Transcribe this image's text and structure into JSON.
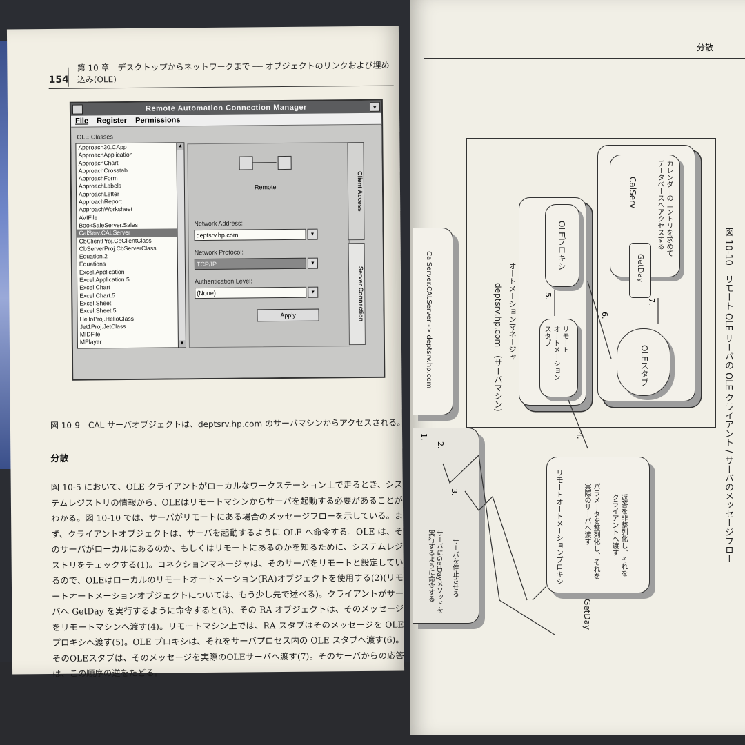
{
  "left_page": {
    "page_number": "154",
    "chapter_title": "第 10 章　デスクトップからネットワークまで ── オブジェクトのリンクおよび埋め込み(OLE)",
    "window": {
      "title": "Remote Automation Connection Manager",
      "menu": [
        "File",
        "Register",
        "Permissions"
      ],
      "ole_classes_label": "OLE Classes",
      "classes": [
        "Approach30.CApp",
        "ApproachApplication",
        "ApproachChart",
        "ApproachCrosstab",
        "ApproachForm",
        "ApproachLabels",
        "ApproachLetter",
        "ApproachReport",
        "ApproachWorksheet",
        "AVIFile",
        "BookSaleServer.Sales",
        "CalServ.CALServer",
        "CbClientProj.CbClientClass",
        "CbServerProj.CbServerClass",
        "Equation.2",
        "Equations",
        "Excel.Application",
        "Excel.Application.5",
        "Excel.Chart",
        "Excel.Chart.5",
        "Excel.Sheet",
        "Excel.Sheet.5",
        "HelloProj.HelloClass",
        "Jet1Proj.JetClass",
        "MIDFile",
        "MPlayer"
      ],
      "selected_class": "CalServ.CALServer",
      "remote_label": "Remote",
      "network_address_label": "Network Address:",
      "network_address_value": "deptsrv.hp.com",
      "network_protocol_label": "Network Protocol:",
      "network_protocol_value": "TCP/IP",
      "auth_level_label": "Authentication Level:",
      "auth_level_value": "(None)",
      "apply_label": "Apply",
      "tab_client": "Client Access",
      "tab_server": "Server Connection"
    },
    "caption": "図 10-9　CAL サーバオブジェクトは、deptsrv.hp.com のサーバマシンからアクセスされる。",
    "section_title": "分散",
    "paragraph": "図 10-5 において、OLE クライアントがローカルなワークステーション上で走るとき、システムレジストリの情報から、OLEはリモートマシンからサーバを起動する必要があることがわかる。図 10-10 では、サーバがリモートにある場合のメッセージフローを示している。まず、クライアントオブジェクトは、サーバを起動するように OLE へ命令する。OLE は、そのサーバがローカルにあるのか、もしくはリモートにあるのかを知るために、システムレジストリをチェックする(1)。コネクションマネージャは、そのサーバをリモートと設定しているので、OLEはローカルのリモートオートメーション(RA)オブジェクトを使用する(2)(リモートオートメーションオブジェクトについては、もう少し先で述べる)。クライアントがサーバへ GetDay を実行するように命令すると(3)、その RA オブジェクトは、そのメッセージをリモートマシンへ渡す(4)。リモートマシン上では、RA スタブはそのメッセージを OLE プロキシへ渡す(5)。OLE プロキシは、それをサーバプロセス内の OLE スタブへ渡す(6)。そのOLEスタブは、そのメッセージを実際のOLEサーバへ渡す(7)。そのサーバからの応答は、この順序の逆をたどる。"
  },
  "right_page": {
    "header": "分散",
    "server_machine": "deptsrv.hp.com　(サーバマシン)",
    "automation_manager": "オートメーションマネージャ",
    "remote_stub": "リモート\nオートメーション\nスタブ",
    "ole_proxy": "OLEプロキシ",
    "ole_stub": "OLEスタブ",
    "calserv": "CalServ",
    "calserv_desc": "カレンダーのエントリを求めて\nデータベースへアクセスする",
    "getday_inner": "GetDay",
    "remote_proxy": "リモートオートメーションプロキシ",
    "proxy_desc1": "パラメータを整列化し、それを\n実際のサーバへ渡す",
    "proxy_desc2": "返答を非整列化し、それを\nクライアントへ渡す",
    "getday_label": "GetDay",
    "arrow_text": "CalServer.CALServer -> deptsrv.hp.com",
    "client_note": "サーバにGetDayメソッドを\n実行するように命令する",
    "stop_note": "サーバを停止させる",
    "steps": [
      "1.",
      "2.",
      "3.",
      "4.",
      "5.",
      "6.",
      "7."
    ],
    "figure_caption": "図 10-10　リモート OLE サーバの OLE クライアント / サーバのメッセージフロー"
  }
}
